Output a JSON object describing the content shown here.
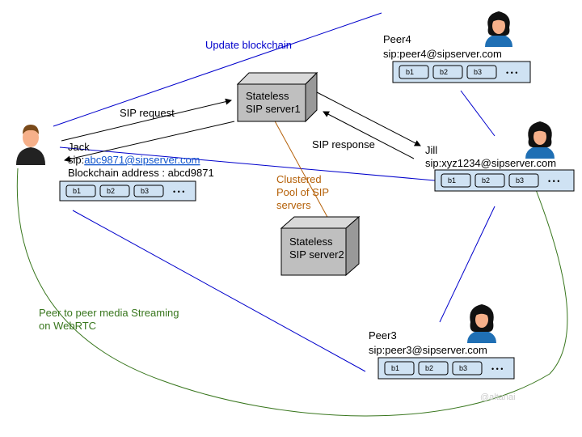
{
  "labels": {
    "update_blockchain": "Update blockchain",
    "sip_request": "SIP request",
    "sip_response": "SIP response",
    "clustered_line1": "Clustered",
    "clustered_line2": "Pool of SIP",
    "clustered_line3": "servers",
    "p2p_line1": "Peer to peer media Streaming",
    "p2p_line2": "on WebRTC",
    "watermark": "@altanai"
  },
  "servers": [
    {
      "line1": "Stateless",
      "line2": "SIP server1"
    },
    {
      "line1": "Stateless",
      "line2": "SIP server2"
    }
  ],
  "jack": {
    "name": "Jack",
    "sip_prefix": "sip:",
    "sip_link": "abc9871@sipserver.com",
    "blockchain_address": "Blockchain address : abcd9871"
  },
  "jill": {
    "name": "Jill",
    "sip": "sip:xyz1234@sipserver.com"
  },
  "peer4": {
    "name": "Peer4",
    "sip": "sip:peer4@sipserver.com"
  },
  "peer3": {
    "name": "Peer3",
    "sip": "sip:peer3@sipserver.com"
  },
  "blocks": [
    "b1",
    "b2",
    "b3"
  ],
  "ellipsis": "• • •",
  "colors": {
    "blue_line": "#0000cc",
    "green_line": "#38761d",
    "orange_line": "#b45f06",
    "chain_fill": "#cfe2f3",
    "server_face": "#bfbfbf",
    "female_hair": "#111111",
    "female_shirt": "#1f6fb4",
    "male_shirt": "#222222",
    "skin": "#f6b08a",
    "male_hair": "#7a4a1a"
  }
}
